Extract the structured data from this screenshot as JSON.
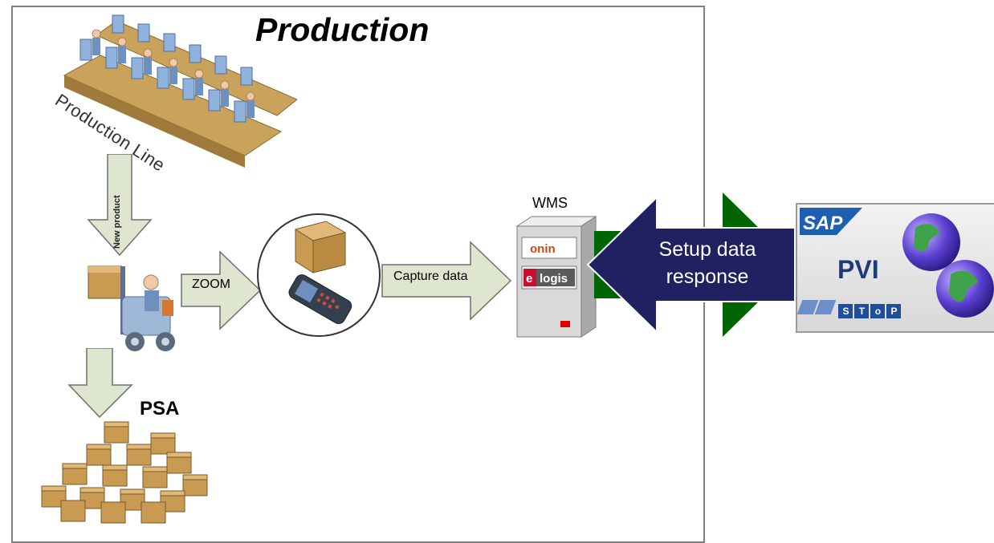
{
  "title": "Production",
  "production_line_label": "Production Line",
  "new_product_label": "New product",
  "zoom_label": "ZOOM",
  "capture_label": "Capture data",
  "wms_label": "WMS",
  "wms_brands": {
    "top": "onin",
    "bottom_prefix": "e",
    "bottom": "logis"
  },
  "psa_label": "PSA",
  "setup_response_line1": "Setup data",
  "setup_response_line2": "response",
  "sap_label": "SAP",
  "pvi_label": "PVI",
  "stop_letters": [
    "S",
    "T",
    "o",
    "P"
  ],
  "colors": {
    "response_arrow": "#1f2160",
    "green_arrow": "#006400",
    "flow_arrow": "#dfe6cf",
    "sap_blue": "#1f4f9a"
  }
}
